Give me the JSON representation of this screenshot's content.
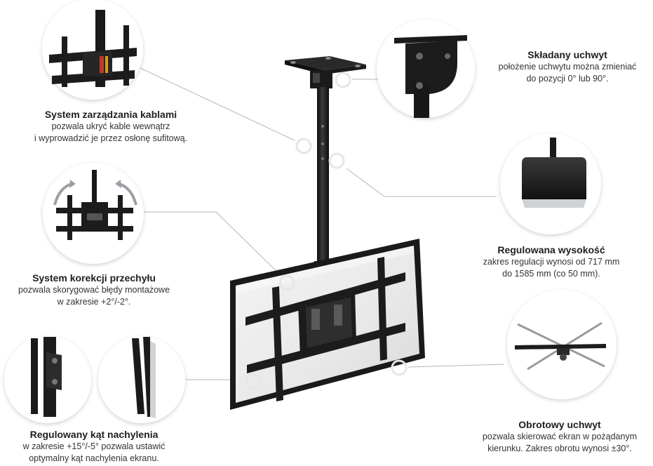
{
  "features": {
    "cable_management": {
      "title": "System zarządzania kablami",
      "desc_lines": [
        "pozwala ukryć kable wewnątrz",
        "i wyprowadzić je przez osłonę sufitową."
      ]
    },
    "tilt_correction": {
      "title": "System korekcji przechyłu",
      "desc_lines": [
        "pozwala skorygować błędy montażowe",
        "w zakresie +2°/-2°."
      ]
    },
    "tilt_angle": {
      "title": "Regulowany kąt nachylenia",
      "desc_lines": [
        "w zakresie +15°/-5°  pozwala ustawić",
        "optymalny kąt nachylenia ekranu."
      ]
    },
    "folding_bracket": {
      "title": "Składany uchwyt",
      "desc_lines": [
        "położenie uchwytu można zmieniać",
        "do pozycji 0° lub 90°."
      ]
    },
    "height_adjust": {
      "title": "Regulowana wysokość",
      "desc_lines": [
        "zakres regulacji wynosi od 717 mm",
        "do 1585 mm (co 50 mm)."
      ]
    },
    "swivel": {
      "title": "Obrotowy uchwyt",
      "desc_lines": [
        "pozwala skierować ekran w pożądanym",
        "kierunku. Zakres obrotu wynosi ±30°."
      ]
    }
  },
  "colors": {
    "frame": "#1a1a1a",
    "screen": "#eeeeee",
    "bracket": "#202020",
    "circle_stroke": "#e6e6e6",
    "leader_line": "#b5b5b5"
  }
}
